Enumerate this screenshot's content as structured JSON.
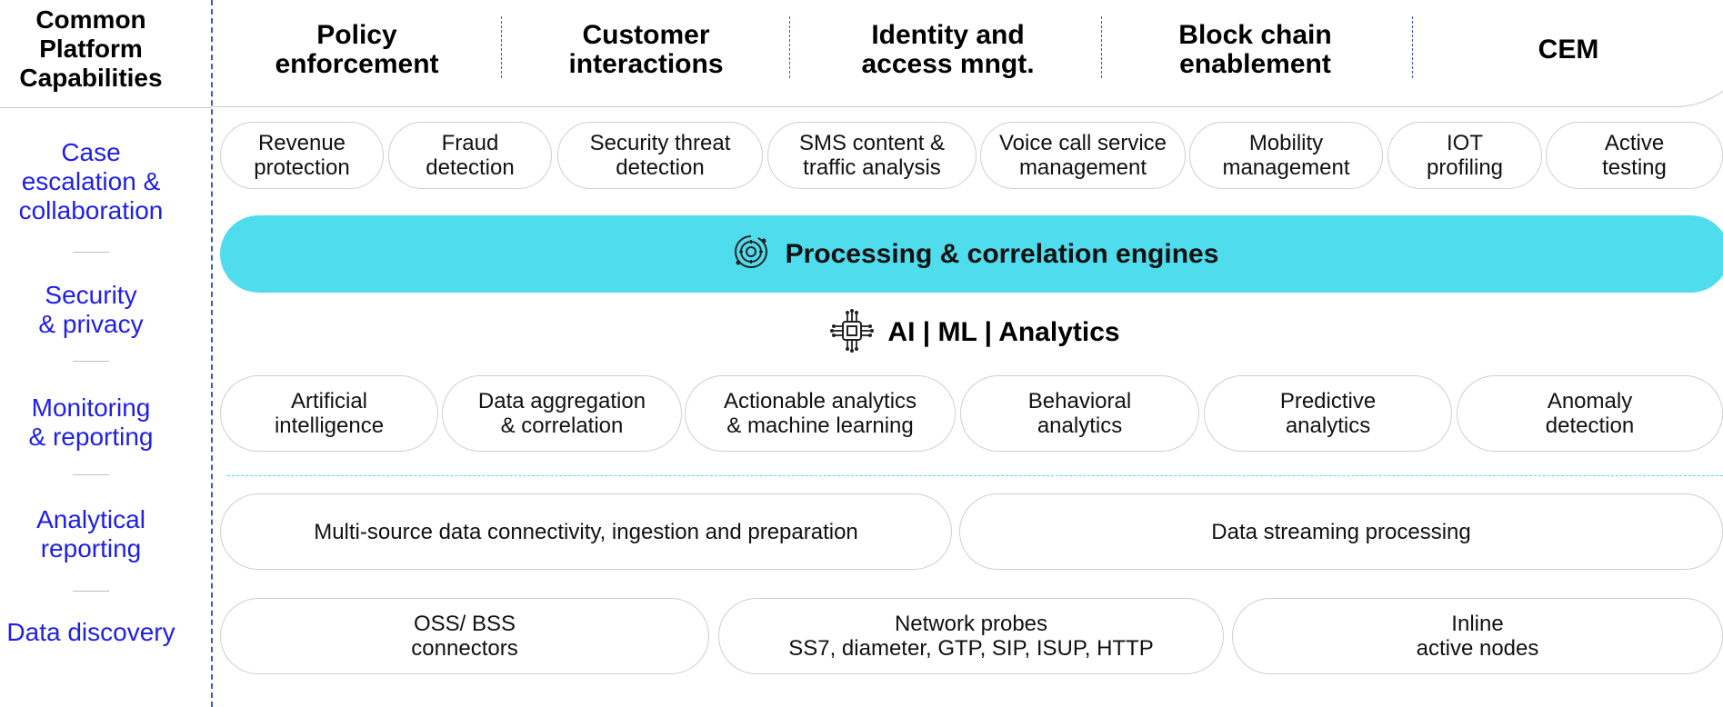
{
  "left_panel": {
    "title": "Common\nPlatform\nCapabilities",
    "items": [
      "Case\nescalation &\ncollaboration",
      "Security\n& privacy",
      "Monitoring\n& reporting",
      "Analytical\nreporting",
      "Data discovery"
    ]
  },
  "header": {
    "columns": [
      "Policy\nenforcement",
      "Customer\ninteractions",
      "Identity and\naccess mngt.",
      "Block chain\nenablement",
      "CEM"
    ]
  },
  "use_cases": [
    "Revenue\nprotection",
    "Fraud\ndetection",
    "Security threat\ndetection",
    "SMS content &\ntraffic analysis",
    "Voice call service\nmanagement",
    "Mobility\nmanagement",
    "IOT\nprofiling",
    "Active\ntesting"
  ],
  "engine_bar": {
    "label": "Processing  & correlation engines",
    "icon": "gear-cycle-icon"
  },
  "ai_section": {
    "label": "AI | ML | Analytics",
    "icon": "chip-icon"
  },
  "analytics": [
    "Artificial\nintelligence",
    "Data aggregation\n& correlation",
    "Actionable analytics\n& machine learning",
    "Behavioral\nanalytics",
    "Predictive\nanalytics",
    "Anomaly\ndetection"
  ],
  "data_processing": [
    "Multi-source data  connectivity, ingestion and preparation",
    "Data streaming processing"
  ],
  "data_sources": [
    "OSS/ BSS\nconnectors",
    "Network probes\nSS7, diameter, GTP, SIP, ISUP, HTTP",
    "Inline\nactive nodes"
  ],
  "colors": {
    "accent_cyan": "#4fdced",
    "left_text_blue": "#1f1fe6",
    "separator_blue": "#3a55e0"
  }
}
